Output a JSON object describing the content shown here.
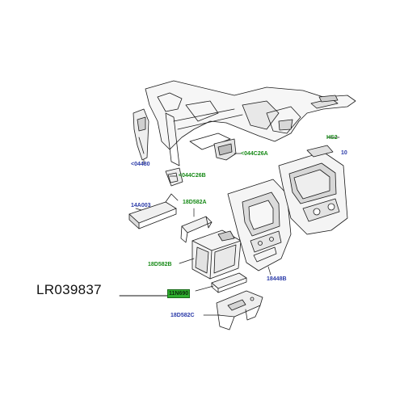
{
  "part_number": "LR039837",
  "labels": {
    "l04480": "<04480",
    "l14a003": "14A003",
    "l044c26b": "<044C26B",
    "l044c26a": "<044C26A",
    "l18d582a": "18D582A",
    "l18d582b": "18D582B",
    "l11n690": "11N690",
    "l18d582c": "18D582C",
    "l18448b": "18448B",
    "lhs2": "HS2",
    "l10": "10"
  },
  "colors": {
    "callout_blue": "#2a3aa8",
    "callout_green": "#178a17",
    "highlight": "#2fae2f"
  }
}
